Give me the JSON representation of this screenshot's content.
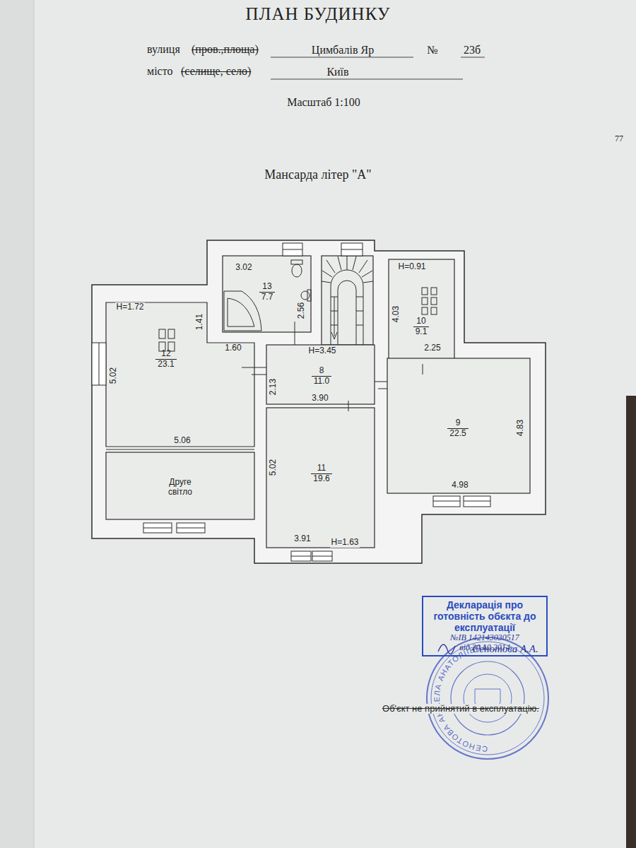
{
  "diagram": {
    "title": "ПЛАН БУДИНКУ",
    "nodes": [
      {
        "text": [
          "13",
          "7.7"
        ]
      },
      {
        "text": [
          "10",
          "9.1"
        ]
      },
      {
        "text": [
          "12",
          "23.1"
        ]
      },
      {
        "text": [
          "8",
          "11.0"
        ]
      },
      {
        "text": [
          "9",
          "22.5"
        ]
      },
      {
        "text": [
          "11",
          "19.6"
        ]
      },
      {
        "text": [
          "Друге світло"
        ]
      },
      {
        "text": [
          "Декларація про готовність обєкта до експлуатації",
          "№ІВ 142143030517",
          "від 30.10.2014"
        ]
      }
    ],
    "labels": [
      "вулиця",
      "(пров.,площа)",
      "Цимбалів Яр",
      "№",
      "23б",
      "місто",
      "(селище, село)",
      "Київ",
      "Масштаб 1:100",
      "77",
      "Мансарда літер \"А\"",
      "3.02",
      "H=1.72",
      "1.41",
      "2.56",
      "H=0.91",
      "4.03",
      "1.60",
      "H=3.45",
      "2.25",
      "5.02",
      "2.13",
      "3.90",
      "4.83",
      "5.06",
      "5.02",
      "4.98",
      "3.91",
      "H=1.63",
      "Сенотова А.А.",
      "Об'єкт не прийнятий в експлуатацію.",
      "СЕНОТОВА АНЖЕЛА АНАТОЛІЇВНА"
    ]
  }
}
